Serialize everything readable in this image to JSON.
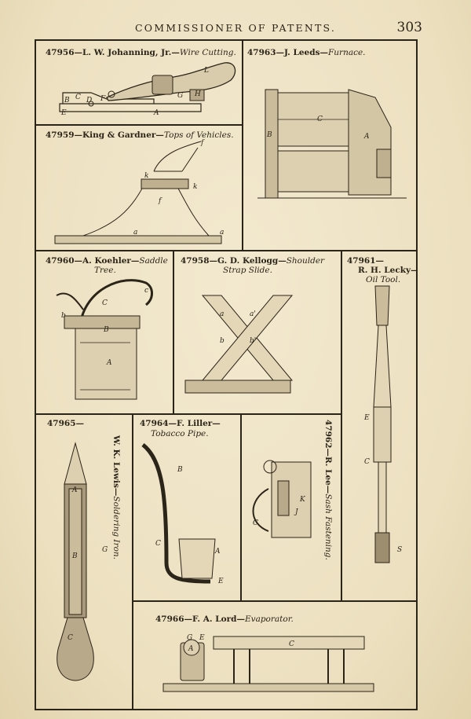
{
  "header": {
    "title": "COMMISSIONER OF PATENTS.",
    "page_number": "303"
  },
  "figures": {
    "f47956": {
      "number": "47956",
      "name": "—L. W. Johanning, Jr.—",
      "subject": "Wire Cutting.",
      "letters": [
        "L",
        "B",
        "C",
        "D",
        "F",
        "G",
        "H",
        "E",
        "A"
      ]
    },
    "f47963": {
      "number": "47963",
      "name": "—J. Leeds—",
      "subject": "Furnace.",
      "letters": [
        "C",
        "B",
        "A"
      ]
    },
    "f47959": {
      "number": "47959",
      "name": "—King & Gardner—",
      "subject": "Tops of Vehicles.",
      "letters": [
        "f",
        "k",
        "k",
        "f",
        "a",
        "a"
      ]
    },
    "f47960": {
      "number": "47960",
      "name": "—A. Koehler—",
      "subject": "Saddle Tree.",
      "subject_line1": "Saddle",
      "subject_line2": "Tree.",
      "letters": [
        "c",
        "C",
        "b",
        "B",
        "A"
      ]
    },
    "f47958": {
      "number": "47958",
      "name": "—G. D. Kellogg—",
      "subject": "Shoulder Strap Slide.",
      "subject_line1": "Shoulder",
      "subject_line2": "Strap Slide.",
      "letters": [
        "a",
        "a'",
        "b",
        "b'"
      ]
    },
    "f47961": {
      "number": "47961",
      "dash": "—",
      "name": "R. H. Lecky—",
      "subject": "Oil Tool.",
      "letters": [
        "E",
        "C",
        "S"
      ]
    },
    "f47965": {
      "number": "47965",
      "dash": "—",
      "name": "W. K. Lewis—",
      "subject": "Soldering Iron.",
      "letters": [
        "A",
        "B",
        "G",
        "C"
      ]
    },
    "f47964": {
      "number": "47964",
      "name": "—F. Liller—",
      "subject": "Tobacco Pipe.",
      "letters": [
        "B",
        "C",
        "A",
        "E"
      ]
    },
    "f47962": {
      "number": "47962",
      "name": "—R. Lee—",
      "subject": "Sash Fastening.",
      "letters": [
        "K",
        "J",
        "C"
      ]
    },
    "f47966": {
      "number": "47966",
      "name": "—F. A. Lord—",
      "subject": "Evaporator.",
      "letters": [
        "G",
        "E",
        "A",
        "C"
      ]
    }
  }
}
